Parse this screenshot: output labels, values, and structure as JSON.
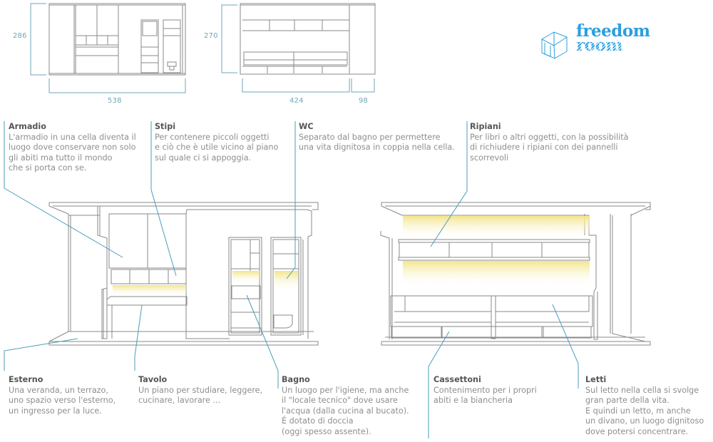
{
  "brand": {
    "line1": "freedom",
    "line2": "room",
    "color": "#2a9fe0"
  },
  "dimensions": {
    "plan_left": {
      "height": "286",
      "width": "538"
    },
    "plan_right": {
      "height": "270",
      "width_main": "424",
      "width_side": "98"
    }
  },
  "colors": {
    "leader_line": "#4a9dbd",
    "drawing_line": "#8a8a8a",
    "light_glow": "#f5ea9a",
    "label_text": "#8e8e8e",
    "label_title": "#555555"
  },
  "annotations_top": [
    {
      "title": "Armadio",
      "body": "L'armadio in una cella diventa il\nluogo dove conservare non solo\ngli abiti ma tutto il mondo\nche si porta con se."
    },
    {
      "title": "Stipi",
      "body": "Per contenere piccoli oggetti\ne ciò che è utile vicino al piano\nsul quale ci si appoggia."
    },
    {
      "title": "WC",
      "body": "Separato dal bagno per permettere\nuna vita dignitosa in coppia nella cella."
    },
    {
      "title": "Ripiani",
      "body": "Per libri o altri oggetti, con la possibilità\ndi richiudere i ripiani con dei pannelli\nscorrevoli"
    }
  ],
  "annotations_bottom": [
    {
      "title": "Esterno",
      "body": "Una veranda, un terrazo,\nuno spazio verso l'esterno,\nun ingresso per la luce."
    },
    {
      "title": "Tavolo",
      "body": "Un piano per studiare, leggere,\ncucinare, lavorare ..."
    },
    {
      "title": "Bagno",
      "body": "Un luogo per l'igiene,  ma anche\nil \"locale tecnico\" dove usare\nl'acqua (dalla cucina al bucato).\nÉ dotato di doccia\n(oggi spesso assente)."
    },
    {
      "title": "Cassettoni",
      "body": "Contenimento per i propri\nabiti e la biancheria"
    },
    {
      "title": "Letti",
      "body": "Sul letto nella cella si svolge\ngran parte della vita.\nE quindi un letto, m anche\nun divano, un luogo dignitoso\ndove potersi concentrare."
    }
  ]
}
